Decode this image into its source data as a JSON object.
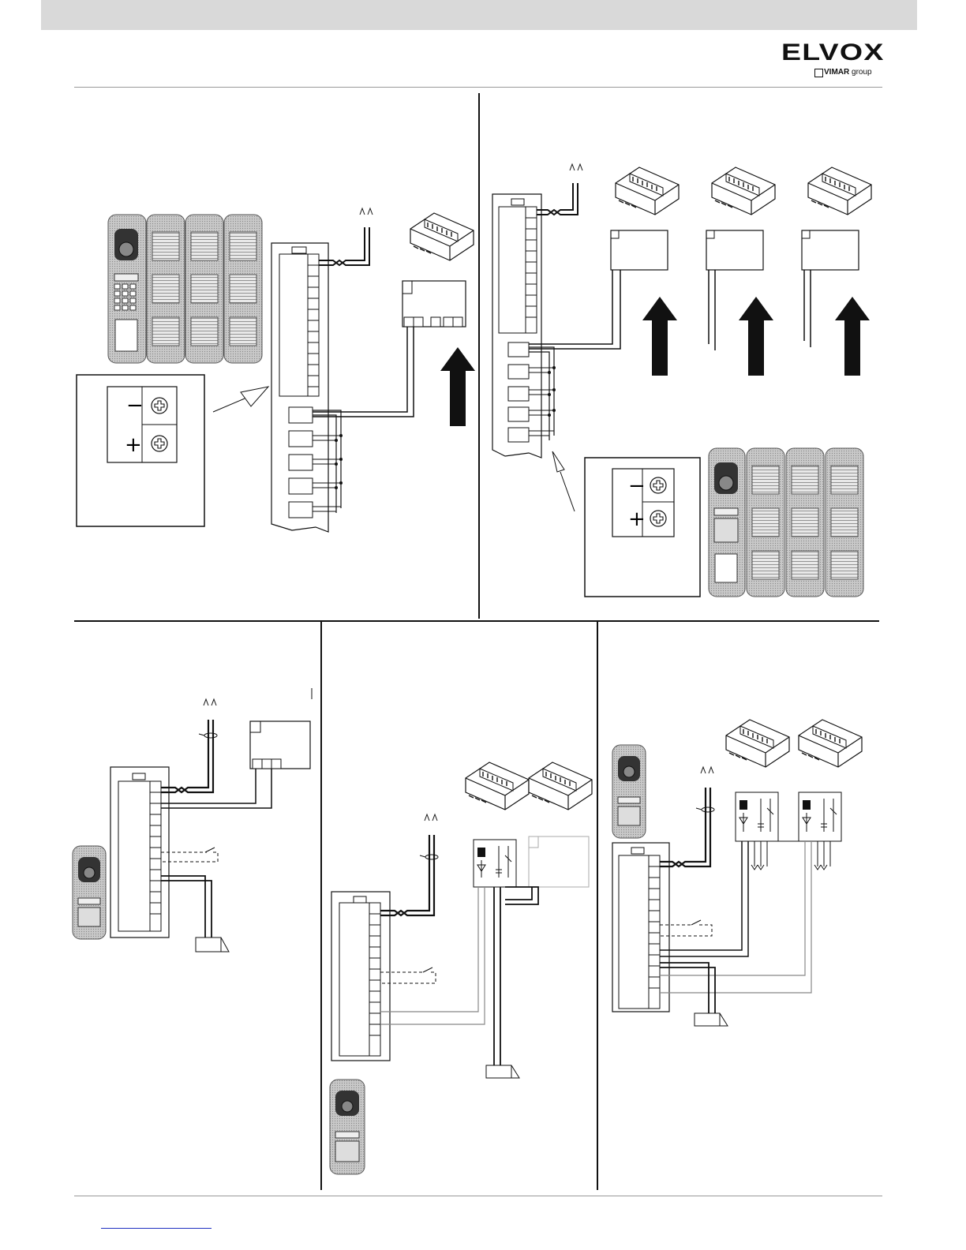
{
  "header": {
    "brand": "ELVOX",
    "group_brand": "VIMAR",
    "group_suffix": "group"
  },
  "colors": {
    "header_bar": "#d9d9d9",
    "rule": "#999999",
    "line": "#111111",
    "panel": "#b8b8b8",
    "link": "#2030c0"
  },
  "terminal": {
    "minus": "−",
    "plus": "+"
  },
  "icons": [
    "elvox-logo",
    "vimar-square-icon",
    "antenna-icon",
    "power-supply-icon",
    "arrow-up-icon",
    "door-lock-icon",
    "switch-icon",
    "screw-terminal-icon",
    "door-panel-icon"
  ]
}
